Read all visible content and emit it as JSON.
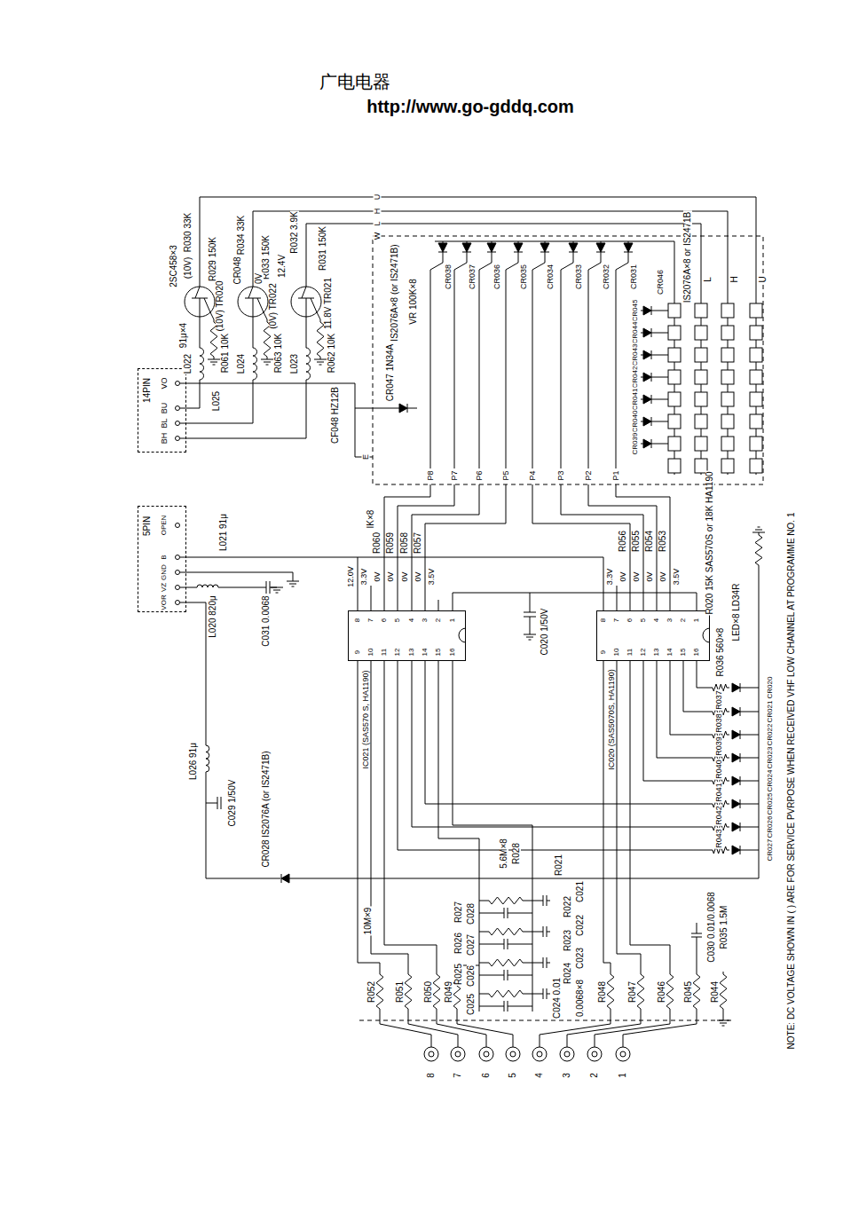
{
  "diagram": {
    "nodes": [
      {
        "text": [
          "14PIN"
        ]
      },
      {
        "text": [
          "5PIN"
        ]
      },
      {
        "text": [
          "IC021 (SAS570 S, HA1190)"
        ]
      },
      {
        "text": [
          "IC020 (SAS5070S, HA1190)"
        ]
      }
    ],
    "edges": [
      {
        "from": 1,
        "to": 2,
        "arrow": "none"
      },
      {
        "from": 2,
        "to": 3,
        "arrow": "none"
      }
    ],
    "labels": [
      "广电电器",
      "http://www.go-gddq.com",
      "2SC458×3",
      "R030 33K",
      "R029 150K",
      "(10V)",
      "(10V) TR020",
      "CR048",
      "R034 33K",
      "R033 150K",
      "0V",
      "(0V) TR022",
      "R032 3.9K",
      "R031 150K",
      "12.4V",
      "11.8V TR021",
      "91μ×4",
      "L022",
      "R061 10K",
      "L024",
      "R063 10K",
      "L023",
      "R062 10K",
      "L025",
      "CR047 1N34A",
      "CF048 HZ12B",
      "IS2076A×8 (or IS2471B)",
      "VR 100K×8",
      "CR038",
      "CR037",
      "CR036",
      "CR035",
      "CR034",
      "CR033",
      "CR032",
      "CR031",
      "CR046",
      "CR045",
      "CR044",
      "CR043",
      "CR042",
      "CR041",
      "CR040",
      "CR039",
      "IS2076A×8 or IS2471B",
      "L",
      "H",
      "U",
      "U",
      "H",
      "L",
      "W",
      "E",
      "P8",
      "P7",
      "P6",
      "P5",
      "P4",
      "P3",
      "P2",
      "P1",
      "VO",
      "BU",
      "BL",
      "BH",
      "OPEN",
      "B",
      "GND",
      "VZ",
      "VOR",
      "L021 91μ",
      "L020 820μ",
      "C031 0.0068",
      "L026 91μ",
      "C029 1/50V",
      "CR028 IS2076A (or IS2471B)",
      "IK×8",
      "R060",
      "R059",
      "R058",
      "R057",
      "12.0V",
      "3.3V",
      "0V",
      "0V",
      "0V",
      "0V",
      "3.5V",
      "3.3V",
      "0V",
      "0V",
      "0V",
      "0V",
      "3.5V",
      "C020 1/50V",
      "R056",
      "R055",
      "R054",
      "R053",
      "R020 15K SAS570S or 18K HA1190",
      "LED×8 LD34R",
      "R036 560×8",
      "R037",
      "R038",
      "R039",
      "R040",
      "R041",
      "R042",
      "R043",
      "CR020",
      "CR021",
      "CR022",
      "CR023",
      "CR024",
      "CR025",
      "CR026",
      "CR027",
      "5.6M×8",
      "R028",
      "R027",
      "C028",
      "R026",
      "C027",
      "R025",
      "C026",
      "C025",
      "R021",
      "C021",
      "R022",
      "C022",
      "R023",
      "C023",
      "R024",
      "C024 0.01",
      "0.0068×8",
      "C030 0.01/0.0068",
      "R035 1.5M",
      "10M×9",
      "R052",
      "R051",
      "R050",
      "R049",
      "R048",
      "R047",
      "R046",
      "R045",
      "R044",
      "1",
      "2",
      "3",
      "4",
      "5",
      "6",
      "7",
      "8",
      "NOTE: DC VOLTAGE SHOWN IN ( ) ARE FOR SERVICE PVRPOSE WHEN RECEIVED VHF LOW CHANNEL AT PROGRAMME NO. 1",
      "8",
      "7",
      "6",
      "5",
      "4",
      "3",
      "2",
      "1",
      "9",
      "10",
      "11",
      "12",
      "13",
      "14",
      "15",
      "16",
      "8",
      "7",
      "6",
      "5",
      "4",
      "3",
      "2",
      "1",
      "9",
      "10",
      "11",
      "12",
      "13",
      "14",
      "15",
      "16"
    ]
  }
}
